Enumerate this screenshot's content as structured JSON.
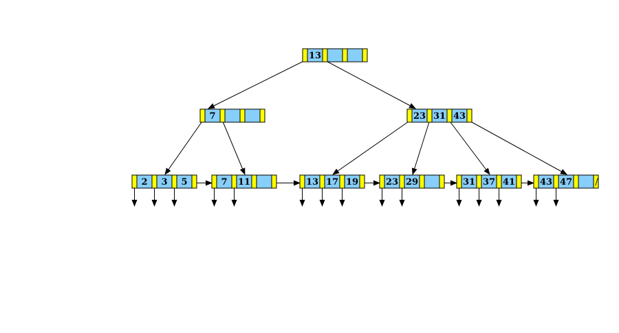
{
  "colors": {
    "pointer_cell": "#ffff00",
    "key_cell": "#87cefa",
    "lines": "#000000",
    "background": "#ffffff"
  },
  "tree": {
    "type": "b+tree",
    "order_keys_per_node": 3,
    "root": {
      "keys": [
        "13",
        "",
        ""
      ],
      "children": [
        "internal_left",
        "internal_right"
      ]
    },
    "internal": [
      {
        "id": "internal_left",
        "keys": [
          "7",
          "",
          ""
        ],
        "children": [
          "leaf_1",
          "leaf_2"
        ]
      },
      {
        "id": "internal_right",
        "keys": [
          "23",
          "31",
          "43"
        ],
        "children": [
          "leaf_3",
          "leaf_4",
          "leaf_5",
          "leaf_6"
        ]
      }
    ],
    "leaves": [
      {
        "id": "leaf_1",
        "keys": [
          "2",
          "3",
          "5"
        ],
        "data_pointers": 3,
        "next": "leaf_2"
      },
      {
        "id": "leaf_2",
        "keys": [
          "7",
          "11",
          ""
        ],
        "data_pointers": 2,
        "next": "leaf_3"
      },
      {
        "id": "leaf_3",
        "keys": [
          "13",
          "17",
          "19"
        ],
        "data_pointers": 3,
        "next": "leaf_4"
      },
      {
        "id": "leaf_4",
        "keys": [
          "23",
          "29",
          ""
        ],
        "data_pointers": 2,
        "next": "leaf_5"
      },
      {
        "id": "leaf_5",
        "keys": [
          "31",
          "37",
          "41"
        ],
        "data_pointers": 3,
        "next": "leaf_6"
      },
      {
        "id": "leaf_6",
        "keys": [
          "43",
          "47",
          ""
        ],
        "data_pointers": 2,
        "next": null,
        "null_marker": "/"
      }
    ]
  }
}
